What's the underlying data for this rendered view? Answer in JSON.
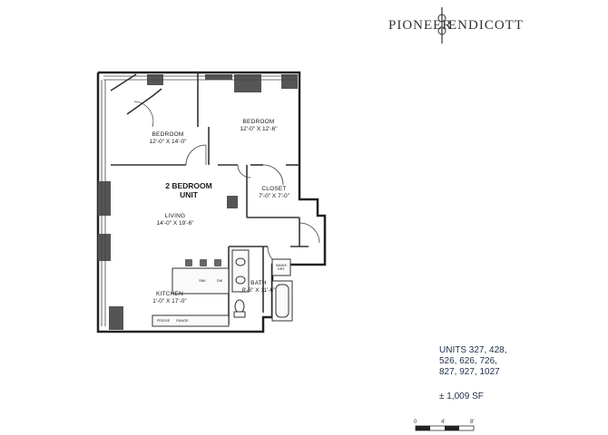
{
  "logo": {
    "left_word": "PIONEER",
    "right_word": "ENDICOTT"
  },
  "unit_type": {
    "line1": "2 BEDROOM",
    "line2": "UNIT"
  },
  "rooms": [
    {
      "name": "BEDROOM",
      "dims": "12'-0\" X 14'-0\""
    },
    {
      "name": "BEDROOM",
      "dims": "12'-0\" X 12'-6\""
    },
    {
      "name": "CLOSET",
      "dims": "7'-0\" X 7'-0\""
    },
    {
      "name": "LIVING",
      "dims": "14'-0\" X 19'-6\""
    },
    {
      "name": "KITCHEN",
      "dims": "1'-0\" X 17'-0\""
    },
    {
      "name": "BATH",
      "dims": "8'-6\" X 11'-6\""
    }
  ],
  "fixtures": {
    "washer_dryer": "WASH/ DRY",
    "dishwasher": "DW",
    "sink": "SNK",
    "fridge": "FRIDGE",
    "range": "RANGE"
  },
  "units_list": [
    "UNITS 327, 428,",
    "526, 626, 726,",
    "827, 927, 1027"
  ],
  "square_feet": "± 1,009 SF",
  "scale": {
    "labels": [
      "0",
      "4'",
      "8'"
    ]
  }
}
